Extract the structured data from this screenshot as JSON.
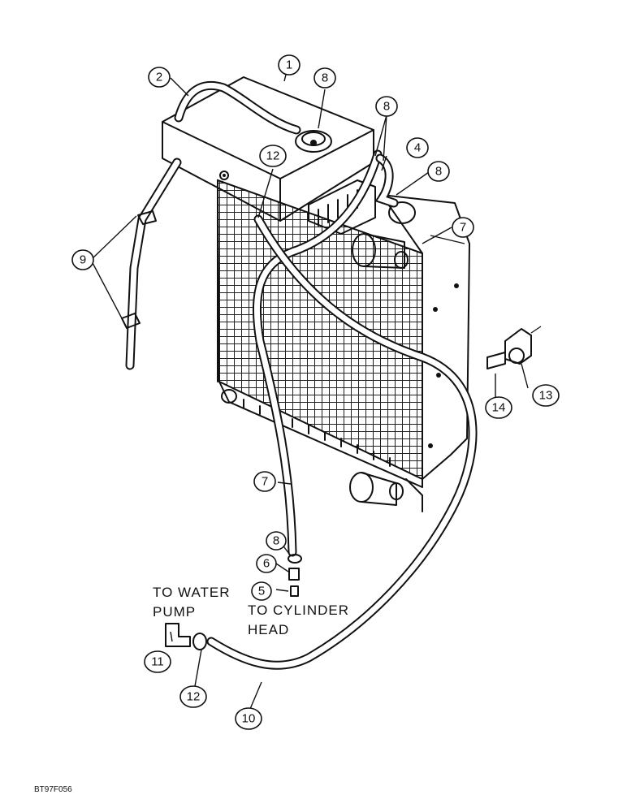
{
  "notes": {
    "to_water_pump": [
      "TO WATER",
      "PUMP"
    ],
    "to_cylinder_head": [
      "TO CYLINDER",
      "HEAD"
    ]
  },
  "callouts": [
    {
      "id": "callout-1",
      "label": "1"
    },
    {
      "id": "callout-2",
      "label": "2"
    },
    {
      "id": "callout-8-cap",
      "label": "8"
    },
    {
      "id": "callout-8-top",
      "label": "8"
    },
    {
      "id": "callout-12-top",
      "label": "12"
    },
    {
      "id": "callout-4",
      "label": "4"
    },
    {
      "id": "callout-8-right",
      "label": "8"
    },
    {
      "id": "callout-7-right",
      "label": "7"
    },
    {
      "id": "callout-9",
      "label": "9"
    },
    {
      "id": "callout-13",
      "label": "13"
    },
    {
      "id": "callout-14",
      "label": "14"
    },
    {
      "id": "callout-7-lower",
      "label": "7"
    },
    {
      "id": "callout-8-lower",
      "label": "8"
    },
    {
      "id": "callout-6",
      "label": "6"
    },
    {
      "id": "callout-5",
      "label": "5"
    },
    {
      "id": "callout-11",
      "label": "11"
    },
    {
      "id": "callout-12-lower",
      "label": "12"
    },
    {
      "id": "callout-10",
      "label": "10"
    }
  ],
  "figure_id": "BT97F056"
}
